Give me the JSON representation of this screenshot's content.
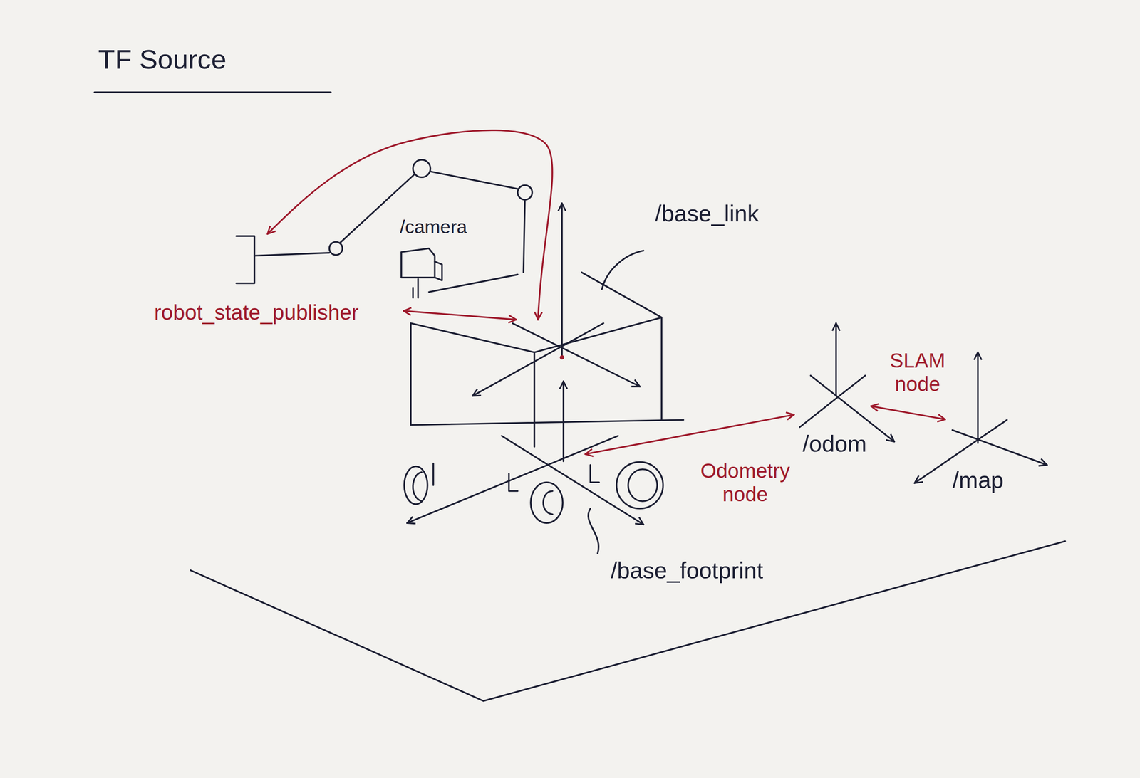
{
  "diagram": {
    "title": "TF Source",
    "nodes": [
      {
        "text": [
          "/base_link"
        ]
      },
      {
        "text": [
          "/camera"
        ]
      },
      {
        "text": [
          "/odom"
        ]
      },
      {
        "text": [
          "/map"
        ]
      },
      {
        "text": [
          "/base_footprint"
        ]
      }
    ],
    "edges": [
      {
        "from": 4,
        "to": 2,
        "label": "Odometry node",
        "arrow": "both"
      },
      {
        "from": 2,
        "to": 3,
        "label": "SLAM node",
        "arrow": "both"
      }
    ],
    "labels": [
      "robot_state_publisher"
    ]
  }
}
